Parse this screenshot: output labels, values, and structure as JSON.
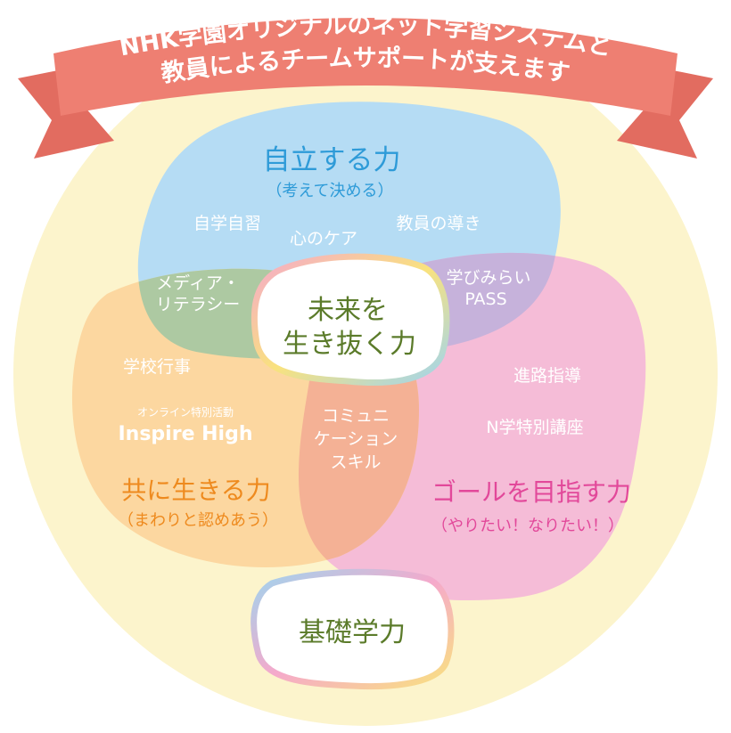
{
  "banner": {
    "line1": "NHK学園オリジナルのネット学習システムと",
    "line2": "教員によるチームサポートが支えます"
  },
  "circles": {
    "blue": {
      "title": "自立する力",
      "subtitle": "（考えて決める）"
    },
    "pink": {
      "title": "ゴールを目指す力",
      "subtitle": "（やりたい！なりたい！）"
    },
    "orange": {
      "title": "共に生きる力",
      "subtitle": "（まわりと認めあう）"
    }
  },
  "items": {
    "jigaku": "自学自習",
    "kokoro": "心のケア",
    "kyoin": "教員の導き",
    "media_1": "メディア・",
    "media_2": "リテラシー",
    "manabi_1": "学びみらい",
    "manabi_2": "PASS",
    "gakko": "学校行事",
    "online_small": "オンライン特別活動",
    "inspire": "Inspire High",
    "shinro": "進路指導",
    "ngaku": "N学特別講座",
    "comm_1": "コミュニ",
    "comm_2": "ケーション",
    "comm_3": "スキル"
  },
  "center": {
    "line1": "未来を",
    "line2": "生き抜く力"
  },
  "foundation": {
    "label": "基礎学力"
  },
  "colors": {
    "background_circle": "#FCF4CC",
    "banner": "#EE7F72",
    "blue_fill": "#B5DCF4",
    "blue_text": "#2E9BD8",
    "pink_fill": "#F5BCD7",
    "pink_text": "#E2489A",
    "orange_fill": "#FCD7A0",
    "orange_text": "#EE8A1E",
    "green_fill": "#ADC9A2",
    "purple_fill": "#C6B2DB",
    "coral_fill": "#F4B195",
    "green_text": "#5B7B2A"
  }
}
